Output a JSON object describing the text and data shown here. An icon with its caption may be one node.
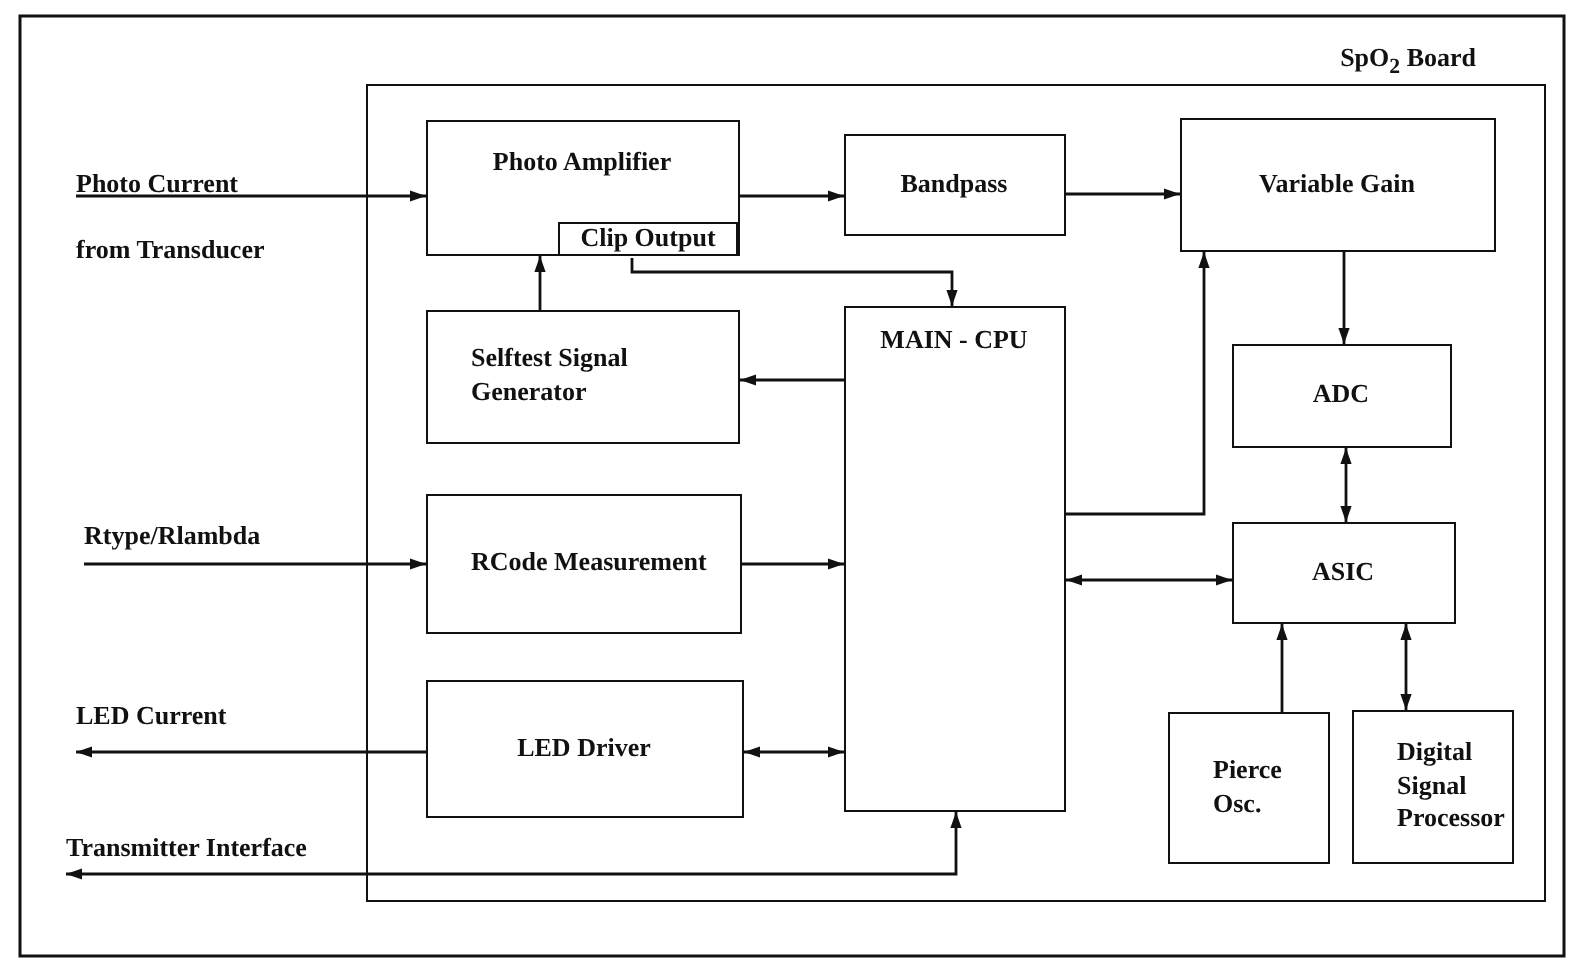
{
  "diagram": {
    "nodes": [
      {
        "text": [
          "SpO$_{2}$ Board"
        ]
      },
      {
        "text": [
          "Photo Amplifier"
        ],
        "in": 0
      },
      {
        "text": [
          "Clip Output"
        ],
        "in": 1
      },
      {
        "text": [
          "Bandpass"
        ],
        "in": 0
      },
      {
        "text": [
          "Variable Gain"
        ],
        "in": 0
      },
      {
        "text": [
          "Selftest Signal Generator"
        ],
        "in": 0
      },
      {
        "text": [
          "MAIN - CPU"
        ],
        "in": 0
      },
      {
        "text": [
          "ADC"
        ],
        "in": 0
      },
      {
        "text": [
          "RCode Measurement"
        ],
        "in": 0
      },
      {
        "text": [
          "ASIC"
        ],
        "in": 0
      },
      {
        "text": [
          "LED Driver"
        ],
        "in": 0
      },
      {
        "text": [
          "Pierce Osc."
        ],
        "in": 0
      },
      {
        "text": [
          "Digital Signal Processor"
        ],
        "in": 0
      }
    ],
    "edges": [
      {
        "from": null,
        "to": 1,
        "arrow": "to",
        "label": "Photo Current from Transducer"
      },
      {
        "from": 1,
        "to": 3,
        "arrow": "to"
      },
      {
        "from": 3,
        "to": 4,
        "arrow": "to"
      },
      {
        "from": 2,
        "to": 6,
        "arrow": "to"
      },
      {
        "from": 6,
        "to": 5,
        "arrow": "to"
      },
      {
        "from": 5,
        "to": 1,
        "arrow": "to"
      },
      {
        "from": 6,
        "to": 4,
        "arrow": "to"
      },
      {
        "from": 4,
        "to": 7,
        "arrow": "to"
      },
      {
        "from": 7,
        "to": 9,
        "arrow": "both"
      },
      {
        "from": null,
        "to": 8,
        "arrow": "to",
        "label": "Rtype/Rlambda"
      },
      {
        "from": 8,
        "to": 6,
        "arrow": "to"
      },
      {
        "from": 6,
        "to": 9,
        "arrow": "both"
      },
      {
        "from": 10,
        "to": null,
        "arrow": "to",
        "label": "LED Current"
      },
      {
        "from": 6,
        "to": 10,
        "arrow": "both"
      },
      {
        "from": 6,
        "to": null,
        "arrow": "both",
        "label": "Transmitter Interface"
      },
      {
        "from": 11,
        "to": 9,
        "arrow": "to"
      },
      {
        "from": 9,
        "to": 12,
        "arrow": "both"
      }
    ]
  }
}
